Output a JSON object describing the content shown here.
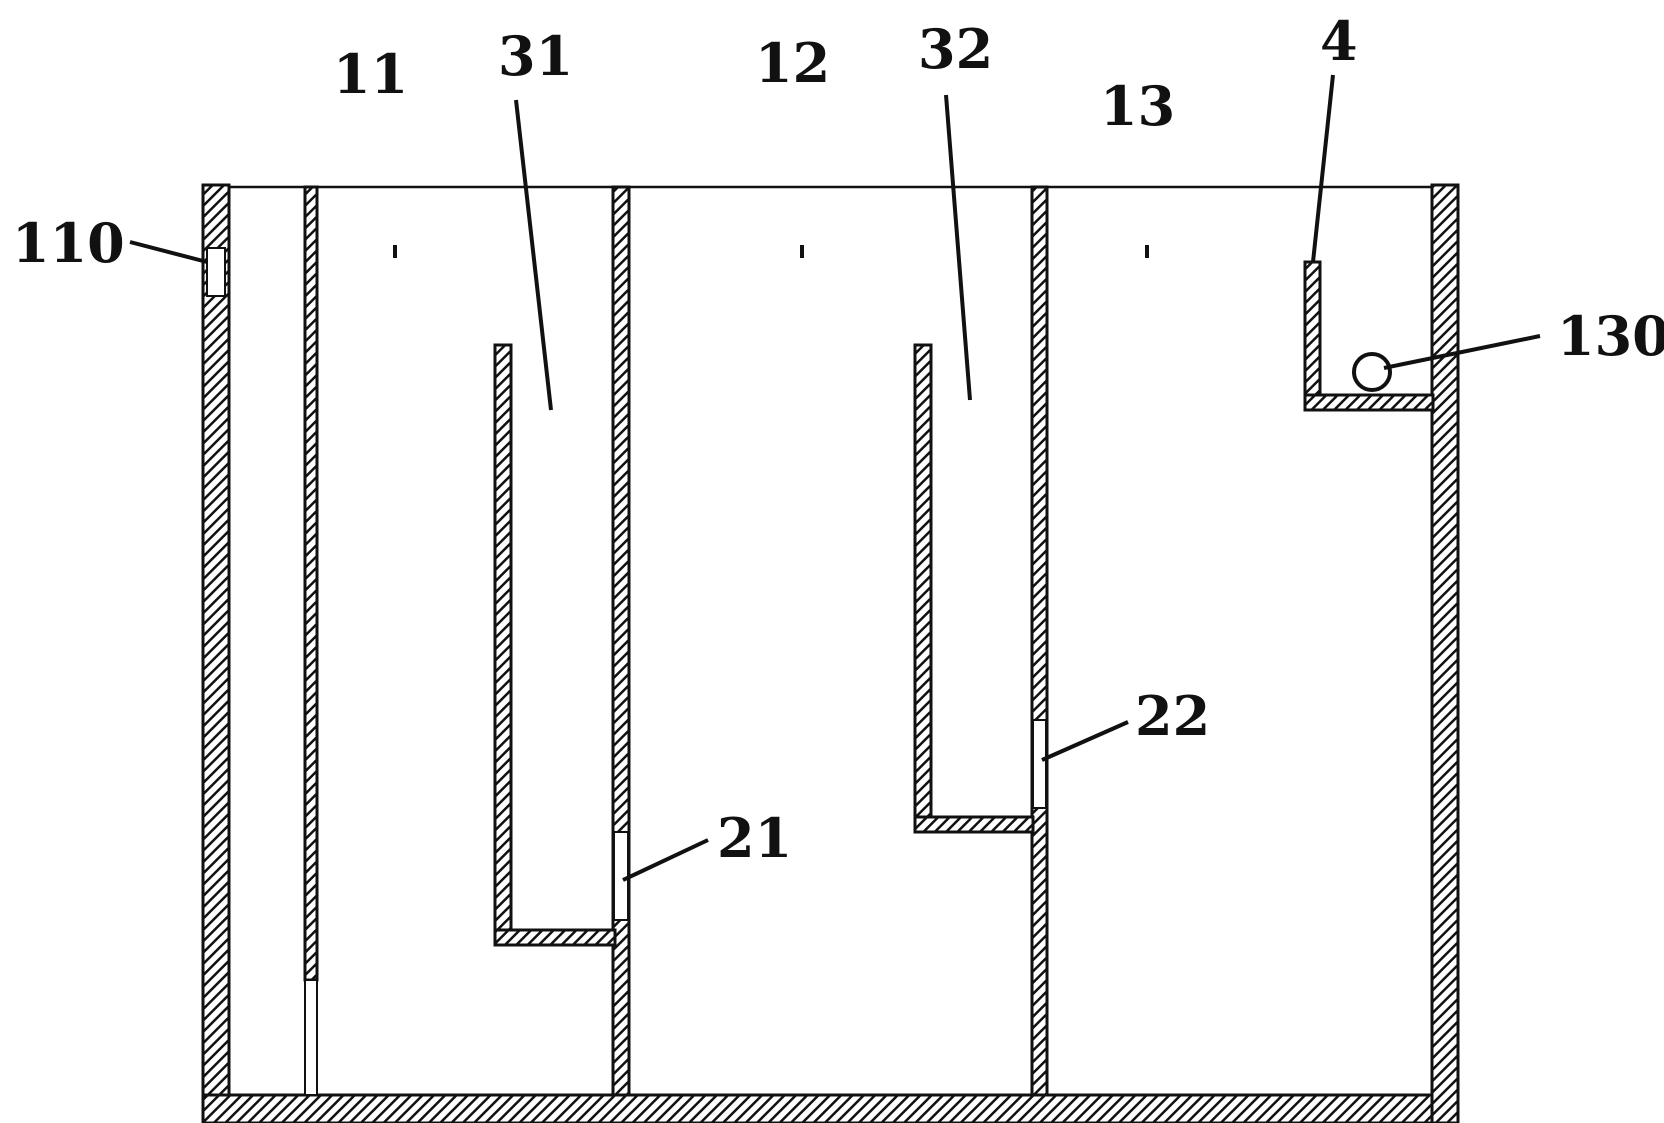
{
  "labels": {
    "port_110": "110",
    "chamber_11": "11",
    "baffle_31": "31",
    "chamber_12": "12",
    "baffle_32": "32",
    "chamber_13": "13",
    "part_4": "4",
    "port_130": "130",
    "opening_21": "21",
    "opening_22": "22"
  },
  "colors": {
    "line": "#111111",
    "background": "#ffffff"
  }
}
